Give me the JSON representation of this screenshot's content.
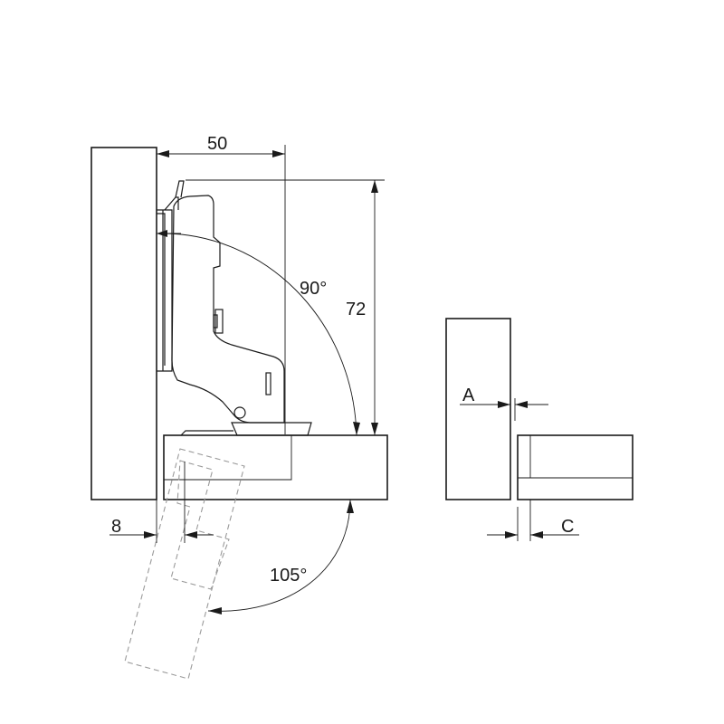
{
  "dimensions": {
    "overlay_width": "50",
    "height": "72",
    "open_angle": "90°",
    "max_angle": "105°",
    "side_offset": "8",
    "gap_a": "A",
    "gap_c": "C"
  },
  "colors": {
    "line": "#1a1a1a",
    "ghost": "#9a9a9a",
    "background": "#ffffff"
  }
}
